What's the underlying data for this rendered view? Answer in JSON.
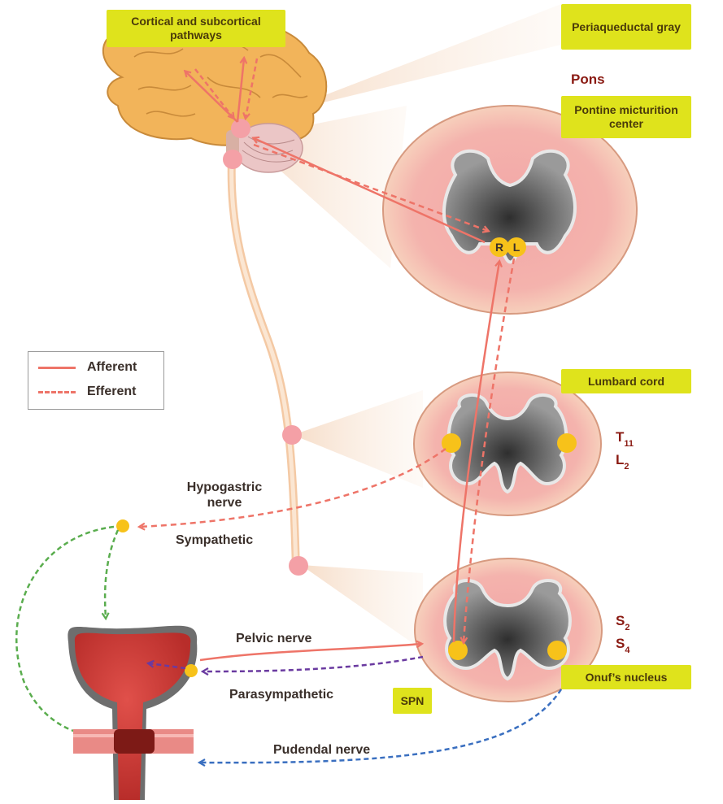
{
  "labels": {
    "cortical": "Cortical and subcortical pathways",
    "periaqueductal": "Periaqueductal gray",
    "pons": "Pons",
    "pmc": "Pontine micturition center",
    "lumbard": "Lumbard cord",
    "onuf": "Onuf’s nucleus",
    "spn": "SPN",
    "hypogastric": "Hypogastric nerve",
    "sympathetic": "Sympathetic",
    "pelvic": "Pelvic nerve",
    "parasympathetic": "Parasympathetic",
    "pudendal": "Pudendal nerve",
    "seg_t_letter": "T",
    "seg_t_num": "11",
    "seg_l_letter": "L",
    "seg_l_num": "2",
    "seg_s2_letter": "S",
    "seg_s2_num": "2",
    "seg_s4_letter": "S",
    "seg_s4_num": "4",
    "nucleus_r": "R",
    "nucleus_l": "L"
  },
  "legend": {
    "afferent": "Afferent",
    "efferent": "Efferent"
  },
  "colors": {
    "afferent": "#ee7468",
    "efferent": "#ee7468",
    "sympathetic": "#5aad4e",
    "parasympathetic": "#6a3aa0",
    "pudendal": "#3a6fc0",
    "label_bg": "#dfe31c",
    "nucleus": "#f7c21a"
  }
}
